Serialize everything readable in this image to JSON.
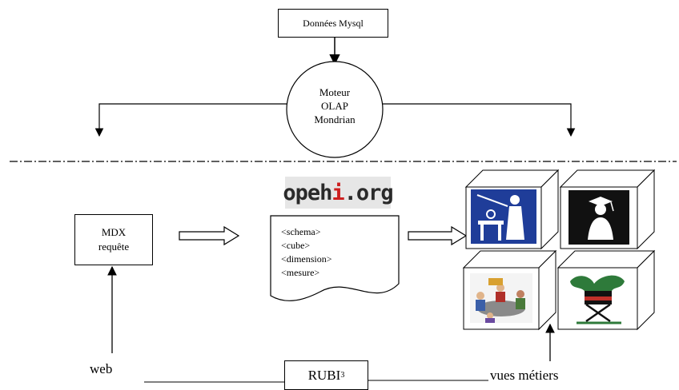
{
  "nodes": {
    "donnees": "Données Mysql",
    "moteur": [
      "Moteur",
      "OLAP",
      "Mondrian"
    ],
    "mdx": [
      "MDX",
      "requête"
    ],
    "logo": {
      "left": "opeh",
      "mid": "i",
      "right": ".org"
    },
    "xml_lines": [
      "<schema>",
      "<cube>",
      "<dimension>",
      "<mesure>"
    ],
    "web": "web",
    "rubi": {
      "text": "RUBI",
      "sup": "3"
    },
    "vues": "vues métiers"
  },
  "icons": [
    "teacher-icon",
    "graduate-icon",
    "meeting-icon",
    "director-chair-icon"
  ],
  "colors": {
    "teacher_bg": "#1f3d99",
    "stroke": "#000000"
  }
}
